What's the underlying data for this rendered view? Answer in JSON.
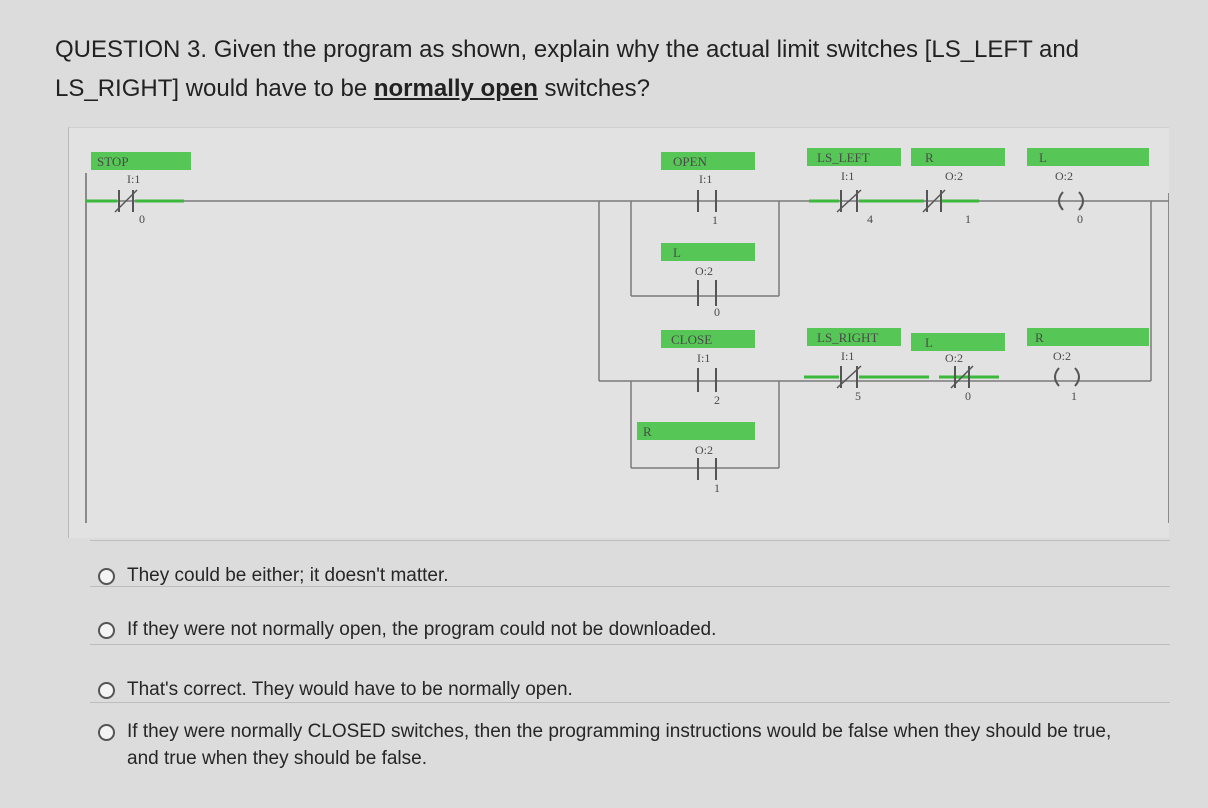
{
  "question": {
    "prefix": "QUESTION 3. Given the program as shown, explain why the actual limit switches [LS_LEFT and LS_RIGHT] would have to be ",
    "emphasis": "normally open",
    "suffix": " switches?"
  },
  "ladder": {
    "rung1": {
      "stop": {
        "label": "STOP",
        "address": "I:1",
        "bit": "0"
      },
      "open": {
        "label": "OPEN",
        "address": "I:1",
        "bit": "1"
      },
      "seal_l": {
        "label": "L",
        "address": "O:2",
        "bit": "0"
      },
      "ls_left": {
        "label": "LS_LEFT",
        "address": "I:1",
        "bit": "4"
      },
      "interlock_r": {
        "label": "R",
        "address": "O:2",
        "bit": "1"
      },
      "coil_l": {
        "label": "L",
        "address": "O:2",
        "bit": "0"
      }
    },
    "rung2": {
      "close": {
        "label": "CLOSE",
        "address": "I:1",
        "bit": "2"
      },
      "seal_r": {
        "label": "R",
        "address": "O:2",
        "bit": "1"
      },
      "ls_right": {
        "label": "LS_RIGHT",
        "address": "I:1",
        "bit": "5"
      },
      "interlock_l": {
        "label": "L",
        "address": "O:2",
        "bit": "0"
      },
      "coil_r": {
        "label": "R",
        "address": "O:2",
        "bit": "1"
      }
    },
    "colors": {
      "energized": "#3cb83c",
      "wire": "#7a7a7a"
    }
  },
  "answers": [
    {
      "text": "They could be either; it doesn't matter."
    },
    {
      "text": "If they were not normally open, the program could not be downloaded."
    },
    {
      "text": "That's correct. They would have to be normally open."
    },
    {
      "text": "If they were normally CLOSED switches, then the programming instructions would be false when they should be true, and true when they should be false."
    }
  ]
}
